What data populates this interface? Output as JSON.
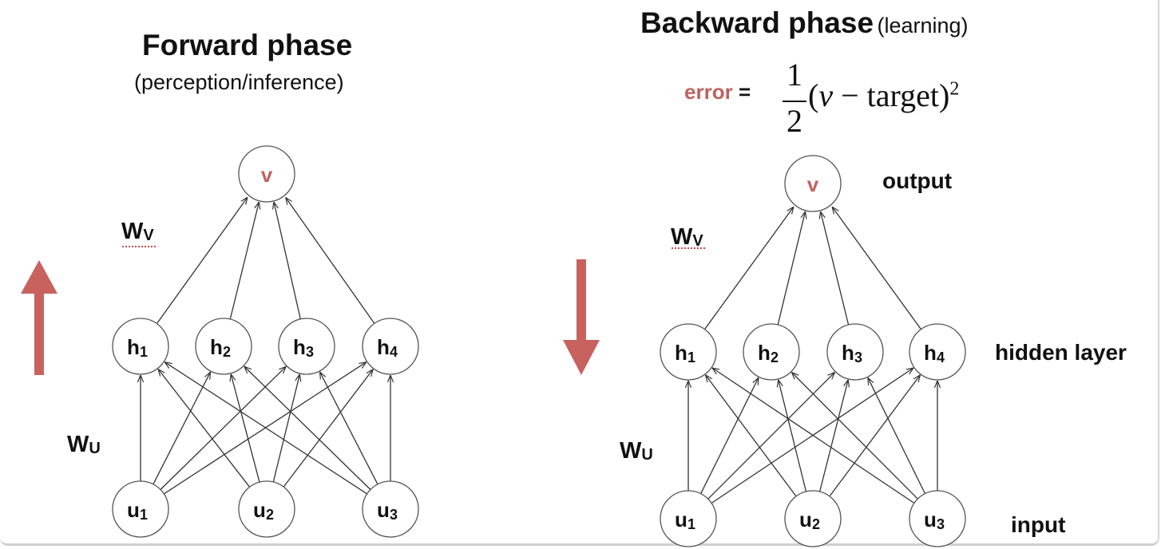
{
  "forward": {
    "title": "Forward phase",
    "subtitle": "(perception/inference)",
    "labels": {
      "wv_main": "W",
      "wv_sub": "V",
      "wu_main": "W",
      "wu_sub": "U"
    },
    "nodes": {
      "v": "v",
      "h": [
        {
          "main": "h",
          "sub": "1"
        },
        {
          "main": "h",
          "sub": "2"
        },
        {
          "main": "h",
          "sub": "3"
        },
        {
          "main": "h",
          "sub": "4"
        }
      ],
      "u": [
        {
          "main": "u",
          "sub": "1"
        },
        {
          "main": "u",
          "sub": "2"
        },
        {
          "main": "u",
          "sub": "3"
        }
      ]
    }
  },
  "backward": {
    "title": "Backward phase",
    "title_paren": "(learning)",
    "error_label": "error",
    "equals": "=",
    "fraction": {
      "numerator": "1",
      "denominator": "2"
    },
    "expression": {
      "open": "(",
      "var": "v",
      "rest": " − target)",
      "exponent": "2"
    },
    "layer_labels": {
      "output": "output",
      "hidden": "hidden layer",
      "input": "input"
    },
    "labels": {
      "wv_main": "W",
      "wv_sub": "V",
      "wu_main": "W",
      "wu_sub": "U"
    },
    "nodes": {
      "v": "v",
      "h": [
        {
          "main": "h",
          "sub": "1"
        },
        {
          "main": "h",
          "sub": "2"
        },
        {
          "main": "h",
          "sub": "3"
        },
        {
          "main": "h",
          "sub": "4"
        }
      ],
      "u": [
        {
          "main": "u",
          "sub": "1"
        },
        {
          "main": "u",
          "sub": "2"
        },
        {
          "main": "u",
          "sub": "3"
        }
      ]
    }
  },
  "colors": {
    "accent": "#c0625e",
    "ink": "#111111",
    "edge": "#333333",
    "arrow_fill": "#c8625e"
  }
}
